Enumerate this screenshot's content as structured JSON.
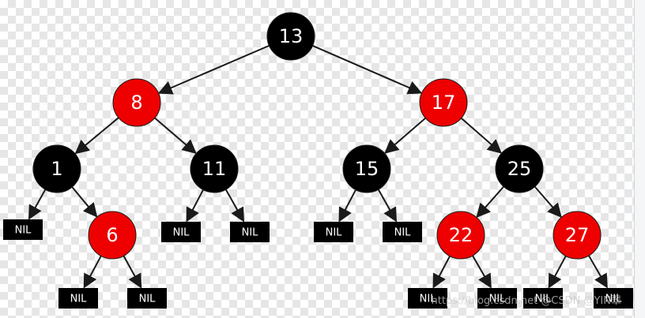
{
  "tree": {
    "colors": {
      "red": "#ee0000",
      "black": "#000000",
      "edge": "#1a1a1a",
      "text": "#ffffff"
    },
    "nodes": [
      {
        "id": "n13",
        "label": "13",
        "color": "black"
      },
      {
        "id": "n8",
        "label": "8",
        "color": "red"
      },
      {
        "id": "n17",
        "label": "17",
        "color": "red"
      },
      {
        "id": "n1",
        "label": "1",
        "color": "black"
      },
      {
        "id": "n11",
        "label": "11",
        "color": "black"
      },
      {
        "id": "n15",
        "label": "15",
        "color": "black"
      },
      {
        "id": "n25",
        "label": "25",
        "color": "black"
      },
      {
        "id": "n6",
        "label": "6",
        "color": "red"
      },
      {
        "id": "n22",
        "label": "22",
        "color": "red"
      },
      {
        "id": "n27",
        "label": "27",
        "color": "red"
      }
    ],
    "nil_label": "NIL",
    "edges": [
      [
        "n13",
        "n8"
      ],
      [
        "n13",
        "n17"
      ],
      [
        "n8",
        "n1"
      ],
      [
        "n8",
        "n11"
      ],
      [
        "n17",
        "n15"
      ],
      [
        "n17",
        "n25"
      ],
      [
        "n1",
        "nil1"
      ],
      [
        "n1",
        "n6"
      ],
      [
        "n6",
        "nil2"
      ],
      [
        "n6",
        "nil3"
      ],
      [
        "n11",
        "nil4"
      ],
      [
        "n11",
        "nil5"
      ],
      [
        "n15",
        "nil6"
      ],
      [
        "n15",
        "nil7"
      ],
      [
        "n25",
        "n22"
      ],
      [
        "n25",
        "n27"
      ],
      [
        "n22",
        "nil8"
      ],
      [
        "n22",
        "nil9"
      ],
      [
        "n27",
        "nil10"
      ],
      [
        "n27",
        "nil11"
      ]
    ]
  },
  "watermark": "https://blog.csdn.net @CSDN @YIN翠"
}
